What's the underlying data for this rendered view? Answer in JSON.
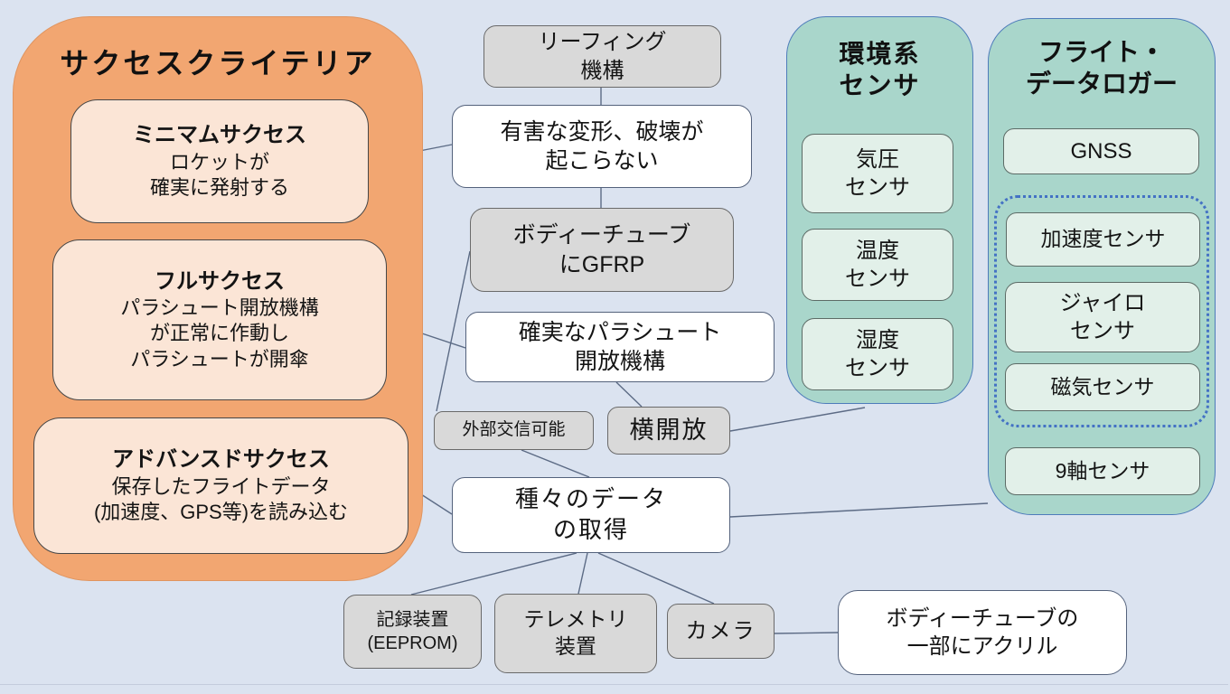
{
  "colors": {
    "bg": "#dbe3f0",
    "orange-fill": "#f2a671",
    "peach-fill": "#fbe5d6",
    "gray-fill": "#d9d9d9",
    "teal-fill": "#a9d6cb",
    "green-fill": "#e2f0e9",
    "dot-blue": "#4472c4",
    "line-color": "#5c6b85"
  },
  "diagram": {
    "success_criteria": {
      "title": "サクセスクライテリア",
      "minimum": {
        "heading": "ミニマムサクセス",
        "line1": "ロケットが",
        "line2": "確実に発射する"
      },
      "full": {
        "heading": "フルサクセス",
        "line1": "パラシュート開放機構",
        "line2": "が正常に作動し",
        "line3": "パラシュートが開傘"
      },
      "advanced": {
        "heading": "アドバンスドサクセス",
        "line1": "保存したフライトデータ",
        "line2": "(加速度、GPS等)を読み込む"
      }
    },
    "requirements": {
      "reefing": {
        "line1": "リーフィング",
        "line2": "機構"
      },
      "no_damage": {
        "line1": "有害な変形、破壊が",
        "line2": "起こらない"
      },
      "gfrp": {
        "line1": "ボディーチューブ",
        "line2": "にGFRP"
      },
      "parachute_release": {
        "line1": "確実なパラシュート",
        "line2": "開放機構"
      },
      "external_comm": {
        "line1": "外部交信可能"
      },
      "side_release": {
        "line1": "横開放"
      },
      "data_acquisition": {
        "line1": "種々のデータ",
        "line2": "の取得"
      }
    },
    "env_sensors": {
      "title_line1": "環境系",
      "title_line2": "センサ",
      "pressure": {
        "line1": "気圧",
        "line2": "センサ"
      },
      "temperature": {
        "line1": "温度",
        "line2": "センサ"
      },
      "humidity": {
        "line1": "湿度",
        "line2": "センサ"
      }
    },
    "flight_data_logger": {
      "title_line1": "フライト・",
      "title_line2": "データロガー",
      "gnss": {
        "line1": "GNSS"
      },
      "accelerometer": {
        "line1": "加速度センサ"
      },
      "gyro": {
        "line1": "ジャイロ",
        "line2": "センサ"
      },
      "magnetometer": {
        "line1": "磁気センサ"
      },
      "nine_axis": {
        "line1": "9軸センサ"
      }
    },
    "devices": {
      "recorder": {
        "line1": "記録装置",
        "line2": "(EEPROM)"
      },
      "telemetry": {
        "line1": "テレメトリ",
        "line2": "装置"
      },
      "camera": {
        "line1": "カメラ"
      },
      "acrylic": {
        "line1": "ボディーチューブの",
        "line2": "一部にアクリル"
      }
    }
  }
}
